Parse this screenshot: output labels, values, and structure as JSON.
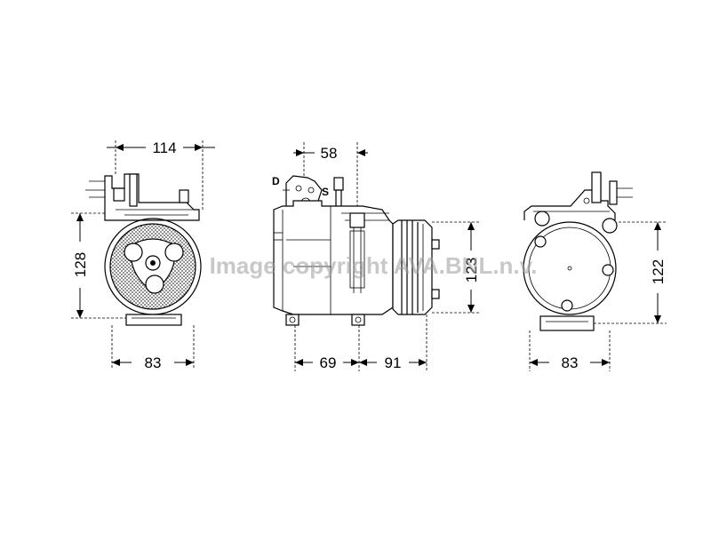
{
  "views": {
    "front": {
      "dim_width_top": "114",
      "dim_height": "128",
      "dim_width_bottom": "83"
    },
    "side": {
      "dim_top": "58",
      "dim_left": "69",
      "dim_right": "91",
      "dim_height": "123",
      "label_discharge": "D",
      "label_suction": "S"
    },
    "rear": {
      "dim_height": "122",
      "dim_width_bottom": "83"
    }
  },
  "watermark": "Image copyright AVA.BNL.n.v."
}
